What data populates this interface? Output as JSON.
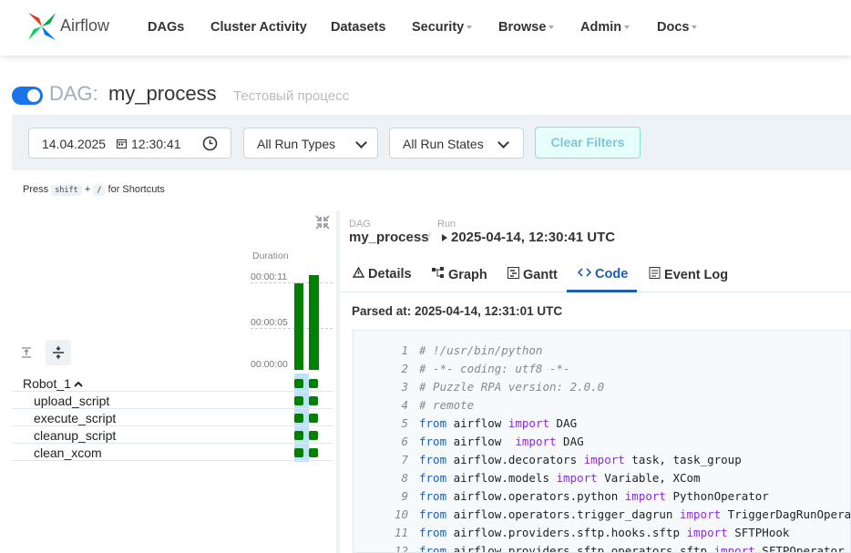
{
  "nav": {
    "brand": "Airflow",
    "items": [
      "DAGs",
      "Cluster Activity",
      "Datasets",
      "Security",
      "Browse",
      "Admin",
      "Docs"
    ]
  },
  "dag": {
    "prefix": "DAG:",
    "name": "my_process",
    "description": "Тестовый процесс"
  },
  "filters": {
    "date": "14.04.2025",
    "time": "12:30:41",
    "run_types": "All Run Types",
    "run_states": "All Run States",
    "clear": "Clear Filters"
  },
  "shortcut": {
    "pre": "Press",
    "key1": "shift",
    "plus": "+",
    "key2": "/",
    "post": "for Shortcuts"
  },
  "grid": {
    "duration_label": "Duration",
    "ticks": [
      "00:00:11",
      "00:00:05",
      "00:00:00"
    ],
    "runs": [
      {
        "duration_seconds": 10
      },
      {
        "duration_seconds": 11
      }
    ],
    "group": "Robot_1",
    "tasks": [
      "upload_script",
      "execute_script",
      "cleanup_script",
      "clean_xcom"
    ]
  },
  "breadcrumb": {
    "dag_label": "DAG",
    "dag_value": "my_process",
    "sep": "/",
    "run_label": "Run",
    "run_value": "2025-04-14, 12:30:41 UTC"
  },
  "tabs": [
    "Details",
    "Graph",
    "Gantt",
    "Code",
    "Event Log"
  ],
  "active_tab": "Code",
  "parsed_at": "Parsed at: 2025-04-14, 12:31:01 UTC",
  "code_lines": [
    "# !/usr/bin/python",
    "# -*- coding: utf8 -*-",
    "# Puzzle RPA version: 2.0.0",
    "# remote",
    "from airflow import DAG",
    "from airflow  import DAG",
    "from airflow.decorators import task, task_group",
    "from airflow.models import Variable, XCom",
    "from airflow.operators.python import PythonOperator",
    "from airflow.operators.trigger_dagrun import TriggerDagRunOperator",
    "from airflow.providers.sftp.hooks.sftp import SFTPHook",
    "from airflow.providers.sftp.operators.sftp import SFTPOperator"
  ],
  "colors": {
    "accent": "#1a5fb4",
    "success": "#008000",
    "toggle": "#1a73e8"
  }
}
